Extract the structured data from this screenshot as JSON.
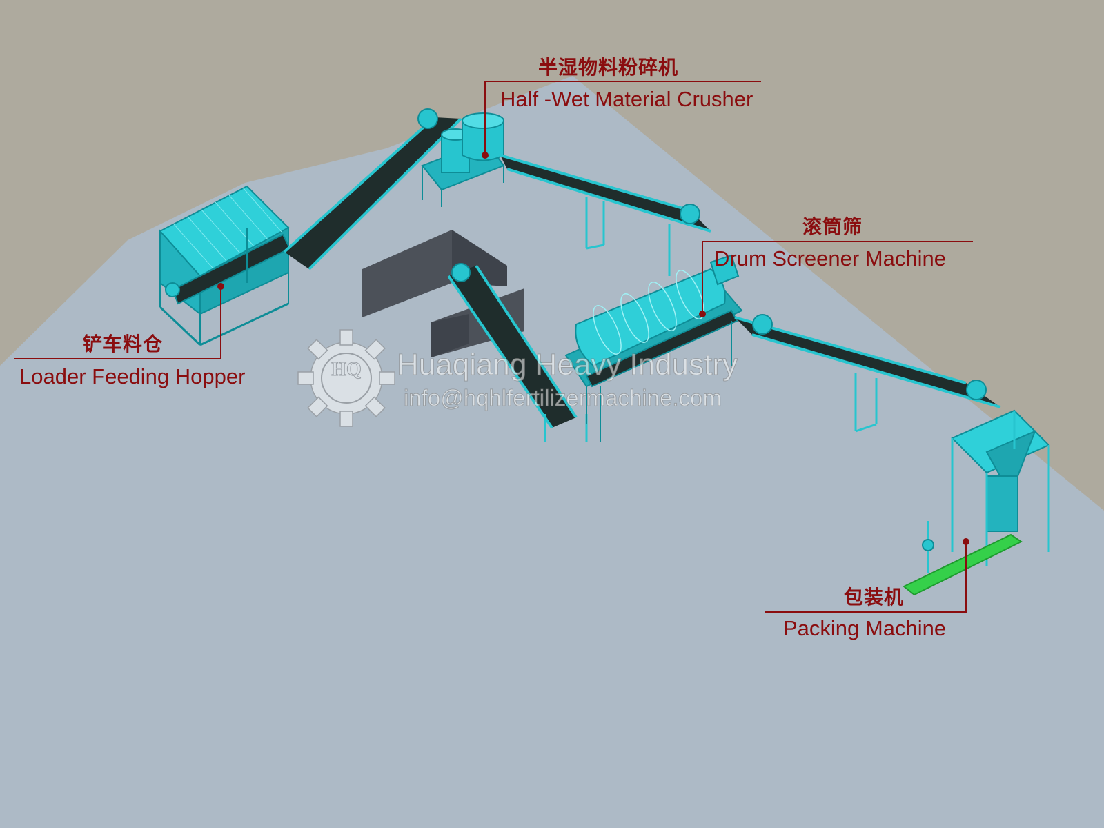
{
  "colors": {
    "floor": "#adbac6",
    "background": "#aeaa9e",
    "machine": "#27c5cf",
    "machine_dark": "#0e8d97",
    "belt": "#1f2d2c",
    "wall": "#4b5058",
    "label_red": "#8a0d0f",
    "packing_green": "#35d04a"
  },
  "labels": {
    "crusher": {
      "zh": "半湿物料粉碎机",
      "en": "Half -Wet Material Crusher"
    },
    "screener": {
      "zh": "滚筒筛",
      "en": "Drum Screener Machine"
    },
    "hopper": {
      "zh": "铲车料仓",
      "en": "Loader Feeding Hopper"
    },
    "packing": {
      "zh": "包装机",
      "en": "Packing Machine"
    }
  },
  "watermark": {
    "logo_text": "HQ",
    "company": "Huaqiang Heavy Industry",
    "email": "info@hqhlfertilizermachine.com",
    "logo_icon": "gear-icon"
  }
}
